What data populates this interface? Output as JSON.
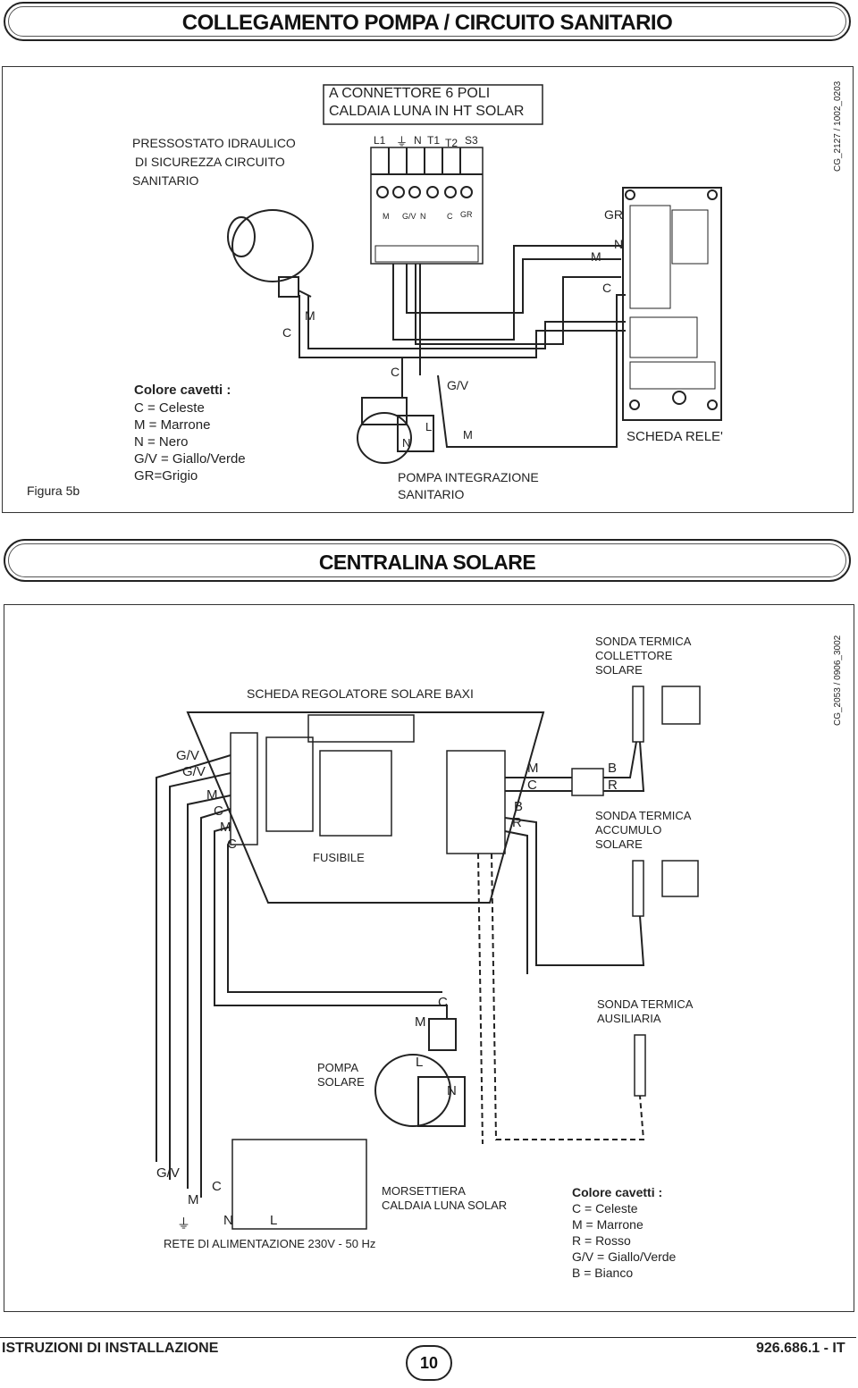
{
  "header": {
    "title": "COLLEGAMENTO POMPA / CIRCUITO SANITARIO"
  },
  "figure_top": {
    "label": "Figura 5b",
    "code": "CG_2127 / 1002_0203",
    "connector_title": [
      "A CONNETTORE 6 POLI",
      "CALDAIA LUNA IN HT SOLAR"
    ],
    "pins": [
      "L1",
      "N",
      "T1",
      "T2",
      "S3"
    ],
    "pin_wires": [
      "M",
      "G/V",
      "N",
      "C",
      "GR"
    ],
    "pressostato": [
      "PRESSOSTATO IDRAULICO",
      "DI SICUREZZA CIRCUITO",
      "SANITARIO"
    ],
    "wire_labels": {
      "gr": "GR",
      "n": "N",
      "m": "M",
      "c": "C",
      "c2": "C",
      "m2": "M",
      "gv": "G/V",
      "n2": "N",
      "l": "L",
      "m3": "M",
      "c3": "C"
    },
    "legend_title": "Colore cavetti :",
    "legend": [
      "C = Celeste",
      "M = Marrone",
      "N = Nero",
      "G/V = Giallo/Verde",
      "GR=Grigio"
    ],
    "pompa": [
      "POMPA INTEGRAZIONE",
      "SANITARIO"
    ],
    "scheda": "SCHEDA RELE'"
  },
  "section2": {
    "title": "CENTRALINA SOLARE"
  },
  "figure_bottom": {
    "code": "CG_2053 / 0906_3002",
    "scheda_title": "SCHEDA REGOLATORE SOLARE BAXI",
    "fusibile": "FUSIBILE",
    "sonda_collettore": [
      "SONDA TERMICA",
      "COLLETTORE",
      "SOLARE"
    ],
    "sonda_accumulo": [
      "SONDA TERMICA",
      "ACCUMULO",
      "SOLARE"
    ],
    "sonda_ausiliaria": [
      "SONDA TERMICA",
      "AUSILIARIA"
    ],
    "pompa_solare": [
      "POMPA",
      "SOLARE"
    ],
    "morsettiera": [
      "MORSETTIERA",
      "CALDAIA LUNA SOLAR"
    ],
    "rete": "RETE DI ALIMENTAZIONE 230V - 50 Hz",
    "left_wires": [
      "G/V",
      "G/V",
      "M",
      "C",
      "M",
      "C"
    ],
    "right_wires": [
      "M",
      "C",
      "B",
      "R"
    ],
    "probe_wires": [
      "B",
      "R"
    ],
    "pump_wires": [
      "C",
      "M",
      "L",
      "N"
    ],
    "bottom_wires": [
      "G/V",
      "C",
      "M",
      "N",
      "L"
    ],
    "legend_title": "Colore cavetti :",
    "legend": [
      "C = Celeste",
      "M = Marrone",
      "R = Rosso",
      "G/V = Giallo/Verde",
      "B = Bianco"
    ]
  },
  "footer": {
    "left": "ISTRUZIONI DI INSTALLAZIONE",
    "page": "10",
    "right": "926.686.1 - IT"
  }
}
